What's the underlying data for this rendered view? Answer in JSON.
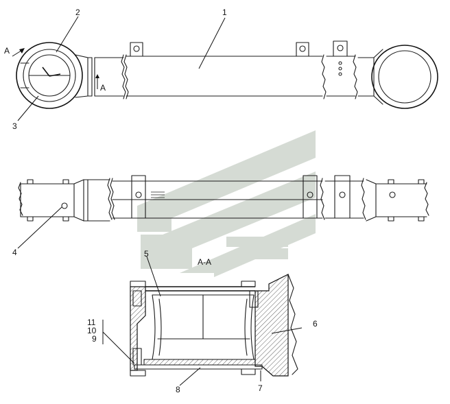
{
  "callouts": {
    "c1": "1",
    "c2": "2",
    "c3": "3",
    "c4": "4",
    "c5": "5",
    "c6": "6",
    "c7": "7",
    "c8": "8",
    "c9": "9",
    "c10": "10",
    "c11": "11"
  },
  "section_marks": {
    "arrow_left": "A",
    "arrow_top": "A",
    "section_title": "A-A"
  },
  "colors": {
    "line": "#1a1a1a",
    "watermark": "#c8cfc6",
    "hatch": "#333333"
  }
}
